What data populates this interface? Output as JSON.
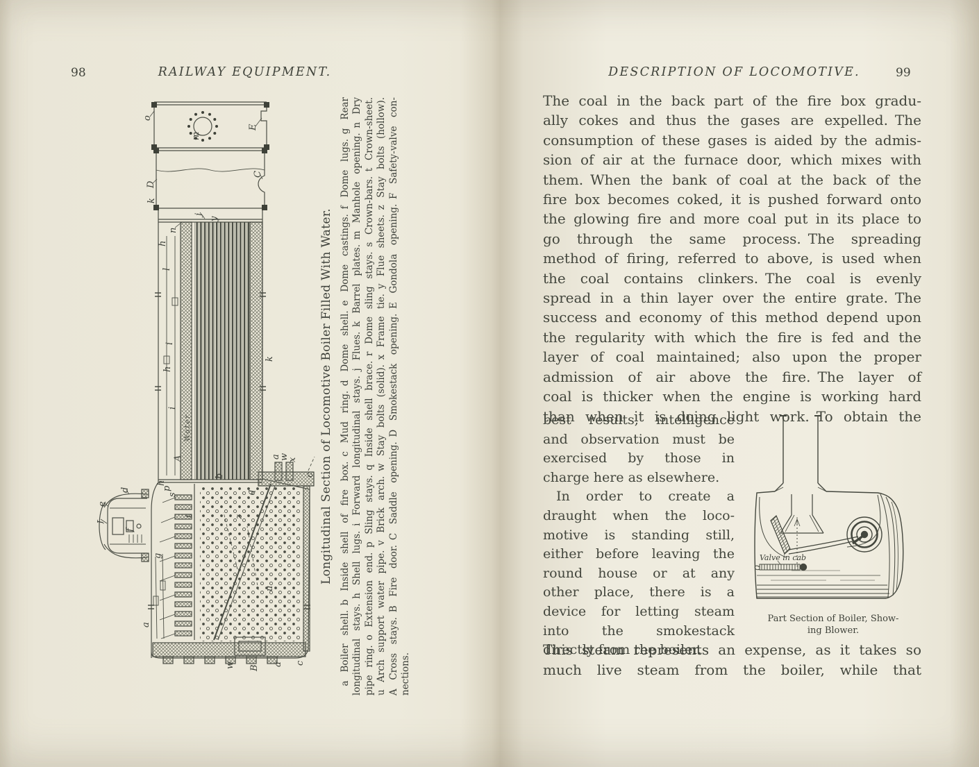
{
  "left_page": {
    "page_number": "98",
    "running_title": "RAILWAY EQUIPMENT.",
    "figure": {
      "caption_title": "Longitudinal Section of Locomotive Boiler Filled With Water.",
      "key_lines": [
        " a Boiler shell. b Inside shell of fire box. c Mud ring. d Dome shell. e Dome castings. f Dome lugs. g Rear",
        "longitudinal stays. h Shell lugs. i Forward longitudinal stays. j Flues. k Barrel plates. m Manhole opening. n Dry",
        "pipe ring. o Extension end. p Sling stays. q Inside shell brace. r Dome sling stays. s Crown-bars. t Crown-sheet.",
        "u Arch support water pipe. v Brick arch. w Stay bolts (solid). x Frame tie. y Flue sheets. z Stay bolts (hollow).",
        "A Cross stays. B Fire door. C Saddle opening. D Smokestack opening. E Gondola opening. F Safety-valve con-",
        "nections."
      ],
      "labels": {
        "o": "o",
        "m": "m",
        "E": "E",
        "D": "D",
        "C": "C",
        "n": "n",
        "j": "j",
        "y": "y",
        "k": "k",
        "k2": "k",
        "h": "h",
        "l": "l",
        "i": "i",
        "h2": "h",
        "i2": "i",
        "A": "A",
        "d": "d",
        "e": "e",
        "f": "f",
        "f2": "f",
        "g": "g",
        "a": "a",
        "b": "b",
        "p": "p",
        "s": "s",
        "h3": "h",
        "t": "t",
        "z": "z",
        "q": "q",
        "u": "u",
        "w": "w",
        "B": "B",
        "a2": "a",
        "c": "c",
        "a3": "a",
        "w2": "w",
        "x": "x",
        "c2": "c",
        "water": "Water"
      }
    }
  },
  "right_page": {
    "page_number": "99",
    "running_title": "DESCRIPTION OF LOCOMOTIVE.",
    "para_top_lines": [
      "The coal in the back part of the fire box gradu-",
      "ally cokes and thus the gases are expelled. The",
      "consumption of these gases is aided by the admis-",
      "sion of air at the furnace door, which mixes with",
      "them. When the bank of coal at the back of the",
      "fire box becomes coked, it is pushed forward onto",
      "the glowing fire and more coal put in its place to",
      "go through the same process. The spreading",
      "method of firing, referred to above, is used when",
      "the coal contains clinkers. The coal is evenly",
      "spread in a thin layer over the entire grate. The",
      "success and economy of this method depend upon",
      "the regularity with which the fire is fed and the",
      "layer of coal maintained; also upon the proper",
      "admission of air above the fire. The layer of",
      "coal is thicker when the engine is working hard",
      "than when it is doing light work. To obtain the"
    ],
    "narrow_lines": [
      "best results, intelligence",
      "and observation must be",
      "exercised by those in",
      "charge here as elsewhere.",
      " In order to create a",
      "draught when the loco-",
      "motive is standing still,",
      "either before leaving the",
      "round house or at any",
      "other place, there is a",
      "device for letting steam",
      "into the smokestack",
      "directly from the boiler."
    ],
    "para_bottom_lines": [
      "This steam represents an expense, as it takes so",
      "much live steam from the boiler, while that"
    ],
    "figure": {
      "label_valve": "Valve in cab",
      "caption_lines": [
        "Part Section of Boiler, Show-",
        "ing Blower."
      ]
    }
  }
}
